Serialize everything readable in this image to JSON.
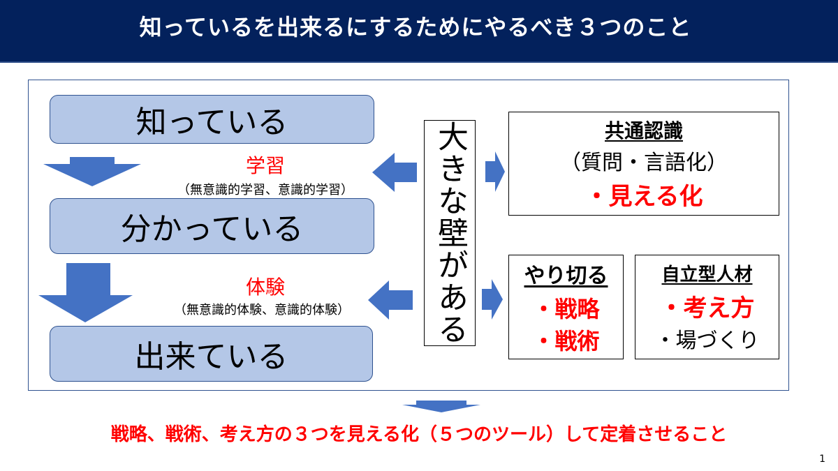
{
  "header": {
    "title": "知っているを出来るにするためにやるべき３つのこと"
  },
  "stages": [
    {
      "label": "知っている"
    },
    {
      "label": "分かっている"
    },
    {
      "label": "出来ている"
    }
  ],
  "transitions": [
    {
      "label": "学習",
      "sub": "（無意識的学習、意識的学習）"
    },
    {
      "label": "体験",
      "sub": "（無意識的体験、意識的体験）"
    }
  ],
  "wall": {
    "text": "大きな壁がある"
  },
  "boxes": {
    "common": {
      "title": "共通認識",
      "line1": "（質問・言語化）",
      "line2": "・見える化"
    },
    "execute": {
      "title": "やり切る",
      "items": [
        "・戦略",
        "・戦術"
      ]
    },
    "autonomous": {
      "title": "自立型人材",
      "item_red": "・考え方",
      "item_black": "・場づくり"
    }
  },
  "footer": {
    "text": "戦略、戦術、考え方の３つを見える化（５つのツール）して定着させること"
  },
  "page_number": "1",
  "colors": {
    "header_bg": "#03215c",
    "stage_fill": "#b4c7e7",
    "arrow": "#4472c4",
    "accent_red": "#ff0000"
  }
}
